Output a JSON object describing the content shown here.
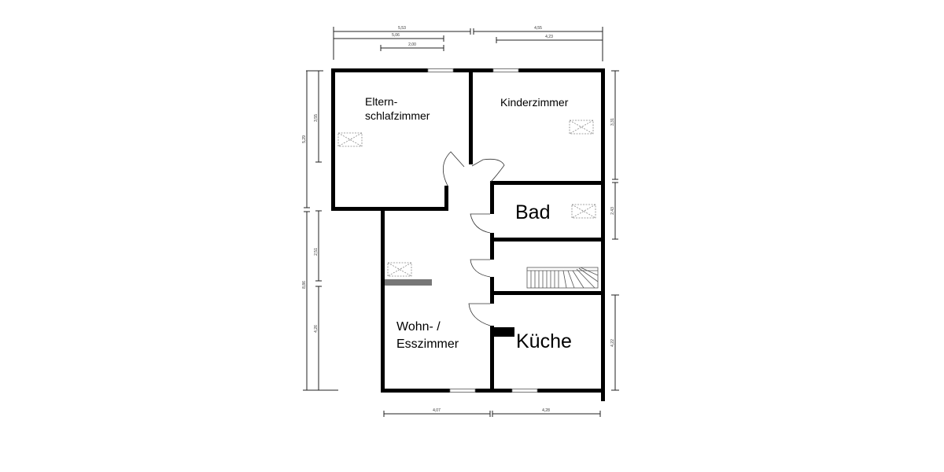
{
  "floorplan": {
    "rooms": [
      {
        "id": "eltern",
        "line1": "Eltern-",
        "line2": "schlafzimmer"
      },
      {
        "id": "kinder",
        "label": "Kinderzimmer"
      },
      {
        "id": "bad",
        "label": "Bad"
      },
      {
        "id": "wohn",
        "line1": "Wohn- /",
        "line2": "Esszimmer"
      },
      {
        "id": "kueche",
        "label": "Küche"
      }
    ],
    "dimensions": {
      "top": [
        "5,53",
        "4,55",
        "5,06",
        "4,23",
        "2,00"
      ],
      "left": [
        "5,29",
        "3,55",
        "8,86",
        "2,51",
        "4,26"
      ],
      "right": [
        "3,31",
        "2,43",
        "4,22"
      ],
      "bottom": [
        "4,07",
        "4,28"
      ]
    }
  }
}
